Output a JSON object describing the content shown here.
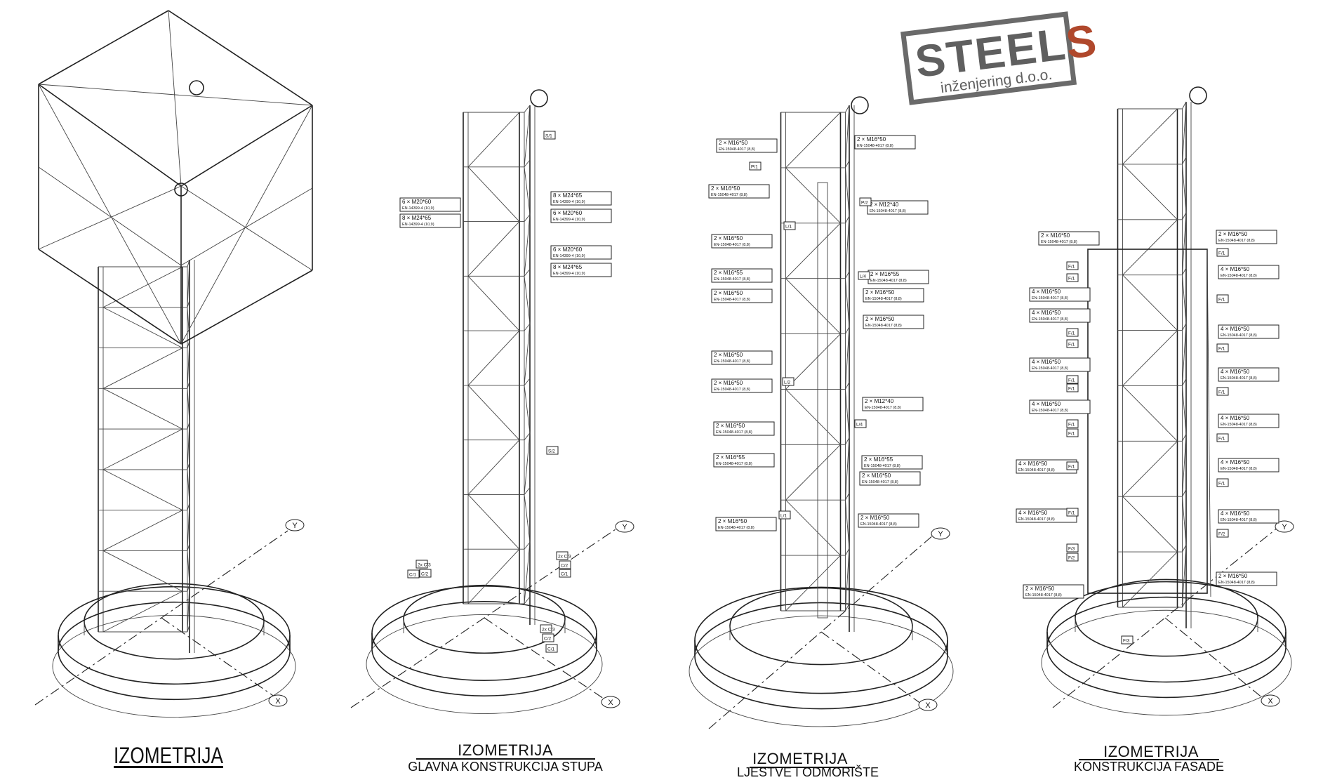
{
  "logo": {
    "name": "STEELS",
    "subtitle": "inženjering d.o.o.",
    "colors": {
      "gray": "#5f5f5f",
      "accent": "#b0482c"
    }
  },
  "views": [
    {
      "title": "IZOMETRIJA",
      "subtitle": ""
    },
    {
      "title": "IZOMETRIJA",
      "subtitle": "GLAVNA KONSTRUKCIJA STUPA"
    },
    {
      "title": "IZOMETRIJA",
      "subtitle": "LJESTVE I ODMORIŠTE"
    },
    {
      "title": "IZOMETRIJA",
      "subtitle": "KONSTRUKCIJA FASADE"
    }
  ],
  "axes": {
    "x": "X",
    "y": "Y"
  },
  "view2_tags": [
    {
      "text": "6 × M20*60",
      "spec": "EN-14399-4 (10,9)"
    },
    {
      "text": "8 × M24*65",
      "spec": "EN-14399-4 (10,9)"
    },
    {
      "text": "8 × M24*65",
      "spec": "EN-14399-4 (10,9)"
    },
    {
      "text": "6 × M20*60",
      "spec": "EN-14399-4 (10,9)"
    },
    {
      "text": "6 × M20*60",
      "spec": "EN-14399-4 (10,9)"
    },
    {
      "text": "8 × M24*65",
      "spec": "EN-14399-4 (10,9)"
    }
  ],
  "view2_marks": [
    "S/1",
    "S/2",
    "2x C/3",
    "C/2",
    "C/1",
    "2x C/3",
    "C/2",
    "C/1",
    "2x C/3",
    "C/2",
    "C/1"
  ],
  "view3_tags": [
    {
      "text": "2 × M16*50",
      "spec": "EN-15048-4017 (8,8)"
    },
    {
      "text": "2 × M16*50",
      "spec": "EN-15048-4017 (8,8)"
    },
    {
      "text": "2 × M16*50",
      "spec": "EN-15048-4017 (8,8)"
    },
    {
      "text": "2 × M16*55",
      "spec": "EN-15048-4017 (8,8)"
    },
    {
      "text": "2 × M16*50",
      "spec": "EN-15048-4017 (8,8)"
    },
    {
      "text": "2 × M16*50",
      "spec": "EN-15048-4017 (8,8)"
    },
    {
      "text": "2 × M16*50",
      "spec": "EN-15048-4017 (8,8)"
    },
    {
      "text": "2 × M16*50",
      "spec": "EN-15048-4017 (8,8)"
    },
    {
      "text": "2 × M16*55",
      "spec": "EN-15048-4017 (8,8)"
    },
    {
      "text": "2 × M16*50",
      "spec": "EN-15048-4017 (8,8)"
    },
    {
      "text": "2 × M16*50",
      "spec": "EN-15048-4017 (8,8)"
    },
    {
      "text": "2 × M12*40",
      "spec": "EN-15048-4017 (8,8)"
    },
    {
      "text": "2 × M16*55",
      "spec": "EN-15048-4017 (8,8)"
    },
    {
      "text": "2 × M16*50",
      "spec": "EN-15048-4017 (8,8)"
    },
    {
      "text": "2 × M16*50",
      "spec": "EN-15048-4017 (8,8)"
    },
    {
      "text": "2 × M12*40",
      "spec": "EN-15048-4017 (8,8)"
    },
    {
      "text": "2 × M16*55",
      "spec": "EN-15048-4017 (8,8)"
    },
    {
      "text": "2 × M16*50",
      "spec": "EN-15048-4017 (8,8)"
    },
    {
      "text": "2 × M16*50",
      "spec": "EN-15048-4017 (8,8)"
    }
  ],
  "view3_marks": [
    "P/1",
    "P/2",
    "L/1",
    "L/4",
    "L/2",
    "L/4",
    "L/1"
  ],
  "view4_tags": [
    {
      "text": "2 × M16*50",
      "spec": "EN-15048-4017 (8,8)"
    },
    {
      "text": "4 × M16*50",
      "spec": "EN-15048-4017 (8,8)"
    },
    {
      "text": "4 × M16*50",
      "spec": "EN-15048-4017 (8,8)"
    },
    {
      "text": "4 × M16*50",
      "spec": "EN-15048-4017 (8,8)"
    },
    {
      "text": "4 × M16*50",
      "spec": "EN-15048-4017 (8,8)"
    },
    {
      "text": "4 × M16*50",
      "spec": "EN-15048-4017 (8,8)"
    },
    {
      "text": "4 × M16*50",
      "spec": "EN-15048-4017 (8,8)"
    },
    {
      "text": "2 × M16*50",
      "spec": "EN-15048-4017 (8,8)"
    },
    {
      "text": "2 × M16*50",
      "spec": "EN-15048-4017 (8,8)"
    },
    {
      "text": "4 × M16*50",
      "spec": "EN-15048-4017 (8,8)"
    },
    {
      "text": "4 × M16*50",
      "spec": "EN-15048-4017 (8,8)"
    },
    {
      "text": "4 × M16*50",
      "spec": "EN-15048-4017 (8,8)"
    },
    {
      "text": "4 × M16*50",
      "spec": "EN-15048-4017 (8,8)"
    },
    {
      "text": "4 × M16*50",
      "spec": "EN-15048-4017 (8,8)"
    },
    {
      "text": "4 × M16*50",
      "spec": "EN-15048-4017 (8,8)"
    },
    {
      "text": "2 × M16*50",
      "spec": "EN-15048-4017 (8,8)"
    }
  ],
  "view4_marks": [
    "F/1",
    "F/1",
    "F/1",
    "F/1",
    "F/1",
    "F/1",
    "F/1",
    "F/1",
    "F/1",
    "F/1",
    "F/3",
    "F/2",
    "F/3",
    "F/1",
    "F/1",
    "F/1",
    "F/1",
    "F/1",
    "F/1",
    "F/2"
  ]
}
